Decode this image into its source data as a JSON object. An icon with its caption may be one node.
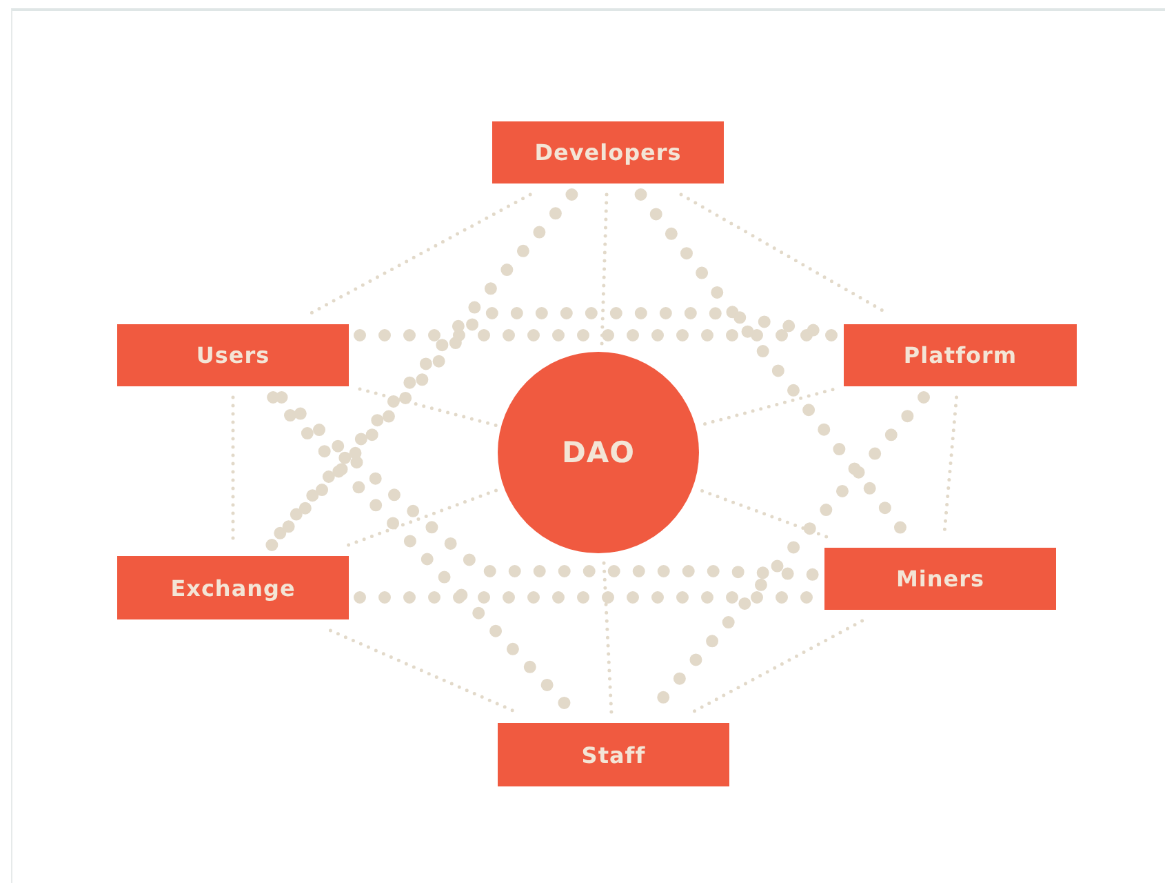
{
  "diagram": {
    "nodes": [
      {
        "text": [
          "Developers"
        ]
      },
      {
        "text": [
          "Users"
        ]
      },
      {
        "text": [
          "Platform"
        ]
      },
      {
        "text": [
          "DAO"
        ]
      },
      {
        "text": [
          "Exchange"
        ]
      },
      {
        "text": [
          "Miners"
        ]
      },
      {
        "text": [
          "Staff"
        ]
      }
    ],
    "edges": [
      {
        "from": 0,
        "to": 1,
        "arrow": "none"
      },
      {
        "from": 0,
        "to": 2,
        "arrow": "none"
      },
      {
        "from": 1,
        "to": 4,
        "arrow": "none"
      },
      {
        "from": 2,
        "to": 5,
        "arrow": "none"
      },
      {
        "from": 4,
        "to": 6,
        "arrow": "none"
      },
      {
        "from": 5,
        "to": 6,
        "arrow": "none"
      },
      {
        "from": 0,
        "to": 3,
        "arrow": "none"
      },
      {
        "from": 1,
        "to": 3,
        "arrow": "none"
      },
      {
        "from": 2,
        "to": 3,
        "arrow": "none"
      },
      {
        "from": 4,
        "to": 3,
        "arrow": "none"
      },
      {
        "from": 5,
        "to": 3,
        "arrow": "none"
      },
      {
        "from": 6,
        "to": 3,
        "arrow": "none"
      },
      {
        "from": 1,
        "to": 2,
        "arrow": "none",
        "style": "dashed"
      },
      {
        "from": 4,
        "to": 5,
        "arrow": "none",
        "style": "dashed"
      },
      {
        "from": 0,
        "to": 4,
        "arrow": "none",
        "style": "dashed"
      },
      {
        "from": 0,
        "to": 5,
        "arrow": "none",
        "style": "dashed"
      },
      {
        "from": 1,
        "to": 6,
        "arrow": "none",
        "style": "dashed"
      },
      {
        "from": 2,
        "to": 6,
        "arrow": "none",
        "style": "dashed"
      },
      {
        "from": 1,
        "to": 5,
        "arrow": "none",
        "style": "dashed"
      },
      {
        "from": 4,
        "to": 2,
        "arrow": "none",
        "style": "dashed"
      }
    ]
  }
}
